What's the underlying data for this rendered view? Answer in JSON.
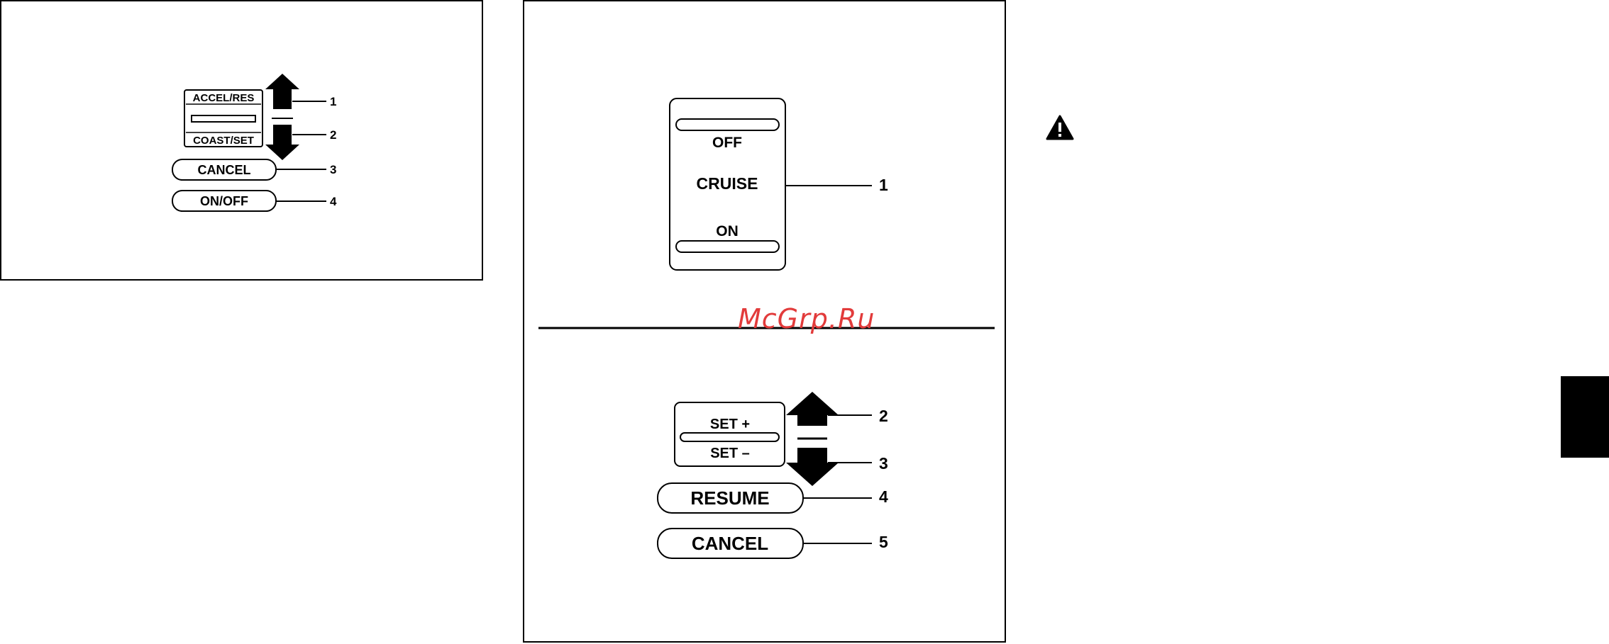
{
  "left_diagram": {
    "switch": {
      "accel_res": "ACCEL/RES",
      "coast_set": "COAST/SET"
    },
    "buttons": {
      "cancel": "CANCEL",
      "on_off": "ON/OFF"
    },
    "callouts": [
      "1",
      "2",
      "3",
      "4"
    ]
  },
  "middle_diagram": {
    "rocker": {
      "off": "OFF",
      "cruise": "CRUISE",
      "on": "ON",
      "callout": "1"
    },
    "switch": {
      "set_plus": "SET +",
      "set_minus": "SET –"
    },
    "buttons": {
      "resume": "RESUME",
      "cancel": "CANCEL"
    },
    "callouts": [
      "2",
      "3",
      "4",
      "5"
    ]
  },
  "watermark": "McGrp.Ru",
  "icons": {
    "warning": "warning-triangle-icon"
  },
  "colors": {
    "ink": "#000000",
    "watermark": "#e23b3b",
    "background": "#ffffff"
  }
}
